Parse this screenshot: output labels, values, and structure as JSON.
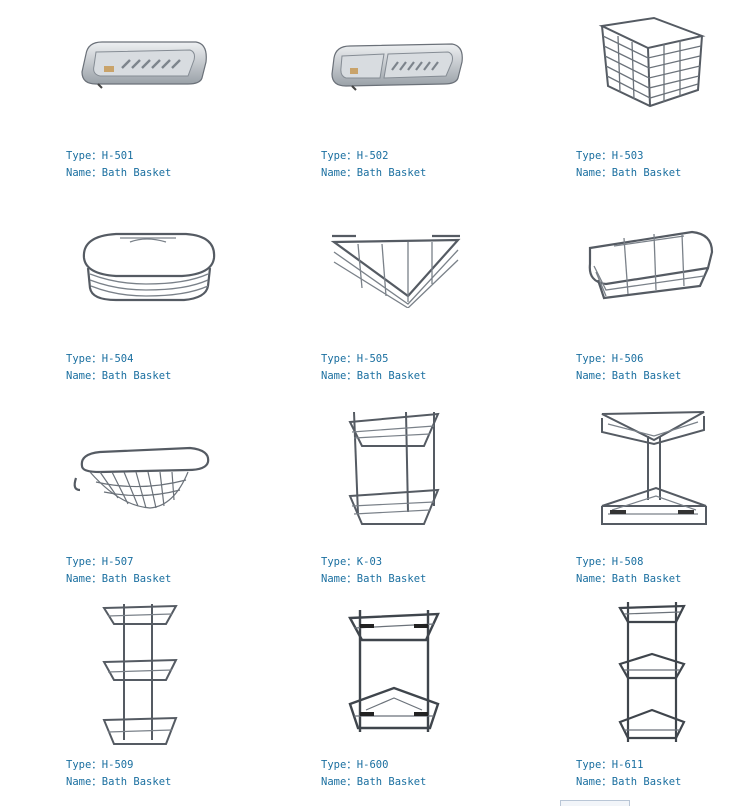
{
  "labels": {
    "type_prefix": "Type：",
    "name_prefix": "Name："
  },
  "products": [
    {
      "type": "H-501",
      "name": "Bath Basket"
    },
    {
      "type": "H-502",
      "name": "Bath Basket"
    },
    {
      "type": "H-503",
      "name": "Bath Basket"
    },
    {
      "type": "H-504",
      "name": "Bath Basket"
    },
    {
      "type": "H-505",
      "name": "Bath Basket"
    },
    {
      "type": "H-506",
      "name": "Bath Basket"
    },
    {
      "type": "H-507",
      "name": "Bath Basket"
    },
    {
      "type": "K-03",
      "name": "Bath Basket"
    },
    {
      "type": "H-508",
      "name": "Bath Basket"
    },
    {
      "type": "H-509",
      "name": "Bath Basket"
    },
    {
      "type": "H-600",
      "name": "Bath Basket"
    },
    {
      "type": "H-611",
      "name": "Bath Basket"
    }
  ],
  "colors": {
    "caption": "#1a6fa0",
    "steel_dark": "#5f6670",
    "steel_light": "#c9ced4"
  }
}
